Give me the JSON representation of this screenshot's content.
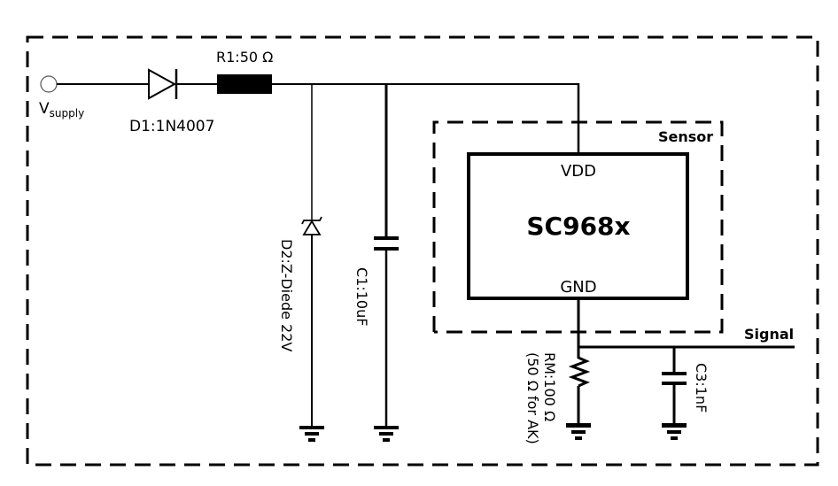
{
  "diagram": {
    "type": "circuit-schematic",
    "supply": {
      "label": "V",
      "subscript": "supply"
    },
    "components": {
      "d1": {
        "label": "D1:1N4007",
        "kind": "diode"
      },
      "r1": {
        "label": "R1:50 Ω",
        "kind": "resistor"
      },
      "d2": {
        "label": "D2:Z-Diede 22V",
        "kind": "zener-diode"
      },
      "c1": {
        "label": "C1:10uF",
        "kind": "capacitor"
      },
      "ic": {
        "label": "SC968x",
        "pin_top": "VDD",
        "pin_bottom": "GND"
      },
      "rm": {
        "label_line1": "RM:100 Ω",
        "label_line2": "(50 Ω for AK)",
        "kind": "resistor"
      },
      "c3": {
        "label": "C3:1nF",
        "kind": "capacitor"
      }
    },
    "sensor_box_label": "Sensor",
    "signal_label": "Signal"
  }
}
